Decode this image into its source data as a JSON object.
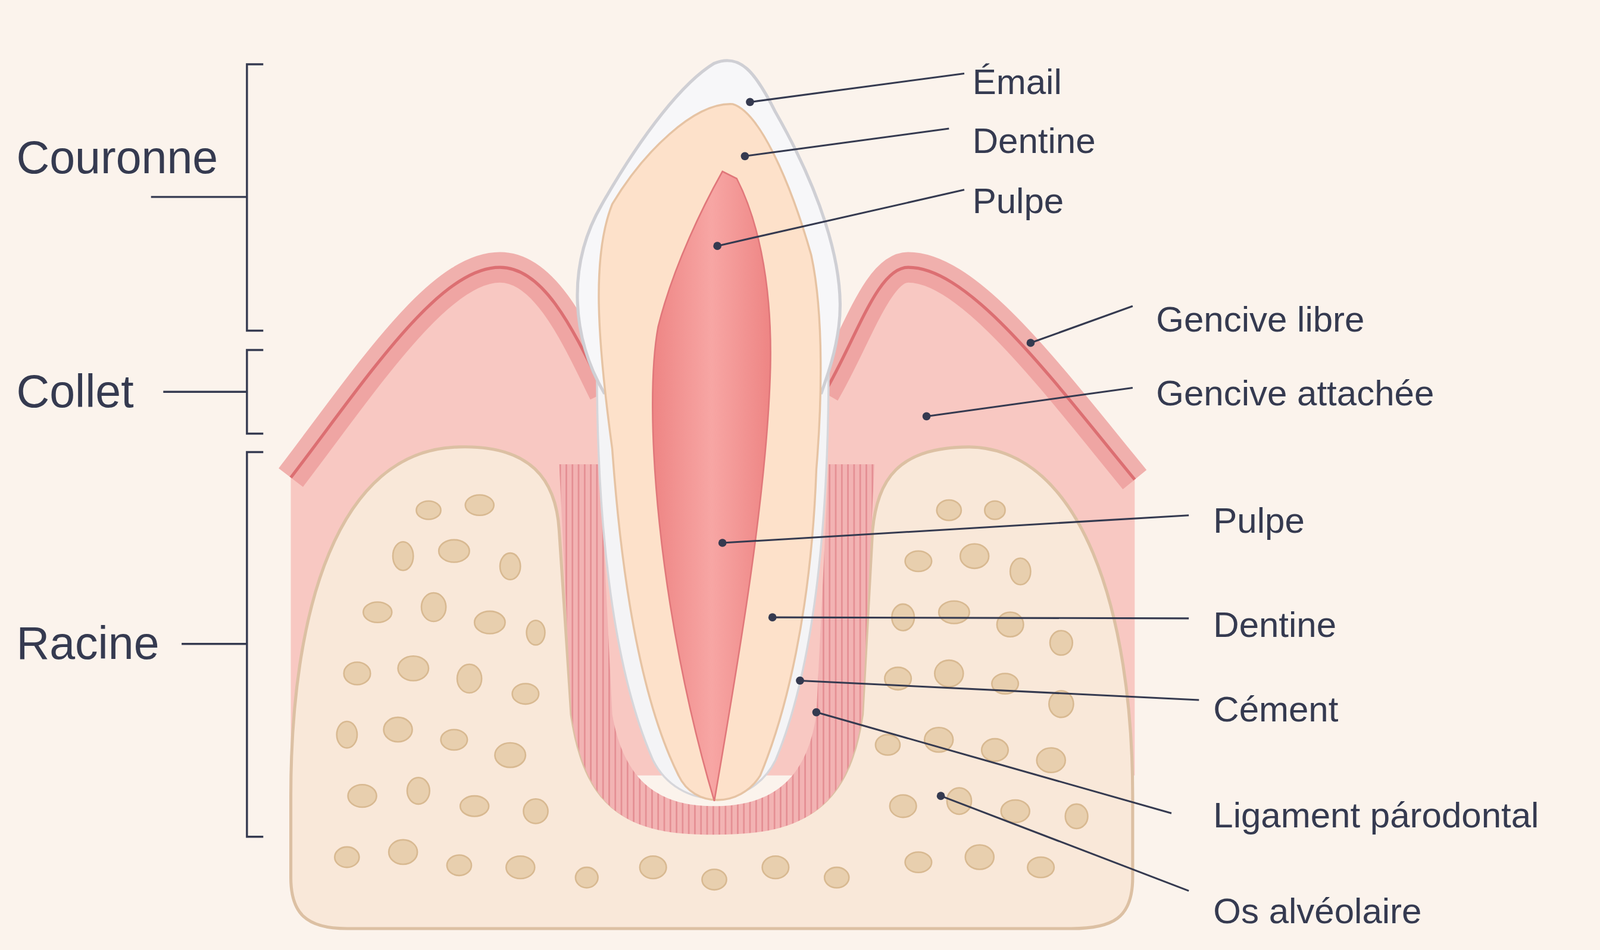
{
  "diagram": {
    "labels": [
      "Couronne",
      "Collet",
      "Racine",
      "Émail",
      "Dentine",
      "Pulpe",
      "Gencive libre",
      "Gencive attachée",
      "Pulpe",
      "Dentine",
      "Cément",
      "Ligament párodontal",
      "Os alvéolaire"
    ]
  }
}
